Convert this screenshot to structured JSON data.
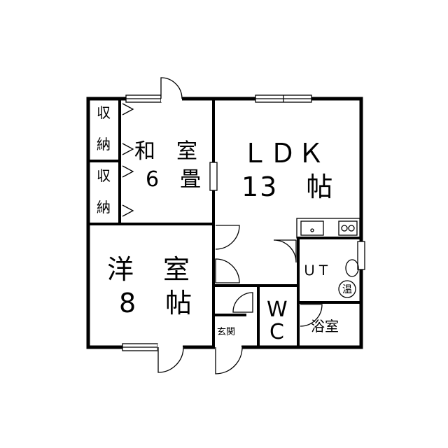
{
  "rooms": {
    "washitsu_name": "和　室",
    "washitsu_size": "6　畳",
    "ldk_name": "ＬＤＫ",
    "ldk_size": "13　帖",
    "youshitsu_name": "洋　室",
    "youshitsu_size": "8　帖",
    "storage_top_1": "収",
    "storage_top_2": "納",
    "storage_bot_1": "収",
    "storage_bot_2": "納",
    "genkan": "玄関",
    "wc_1": "W",
    "wc_2": "C",
    "ut": "ＵＴ",
    "onsui": "温",
    "yokushitsu": "浴室"
  }
}
